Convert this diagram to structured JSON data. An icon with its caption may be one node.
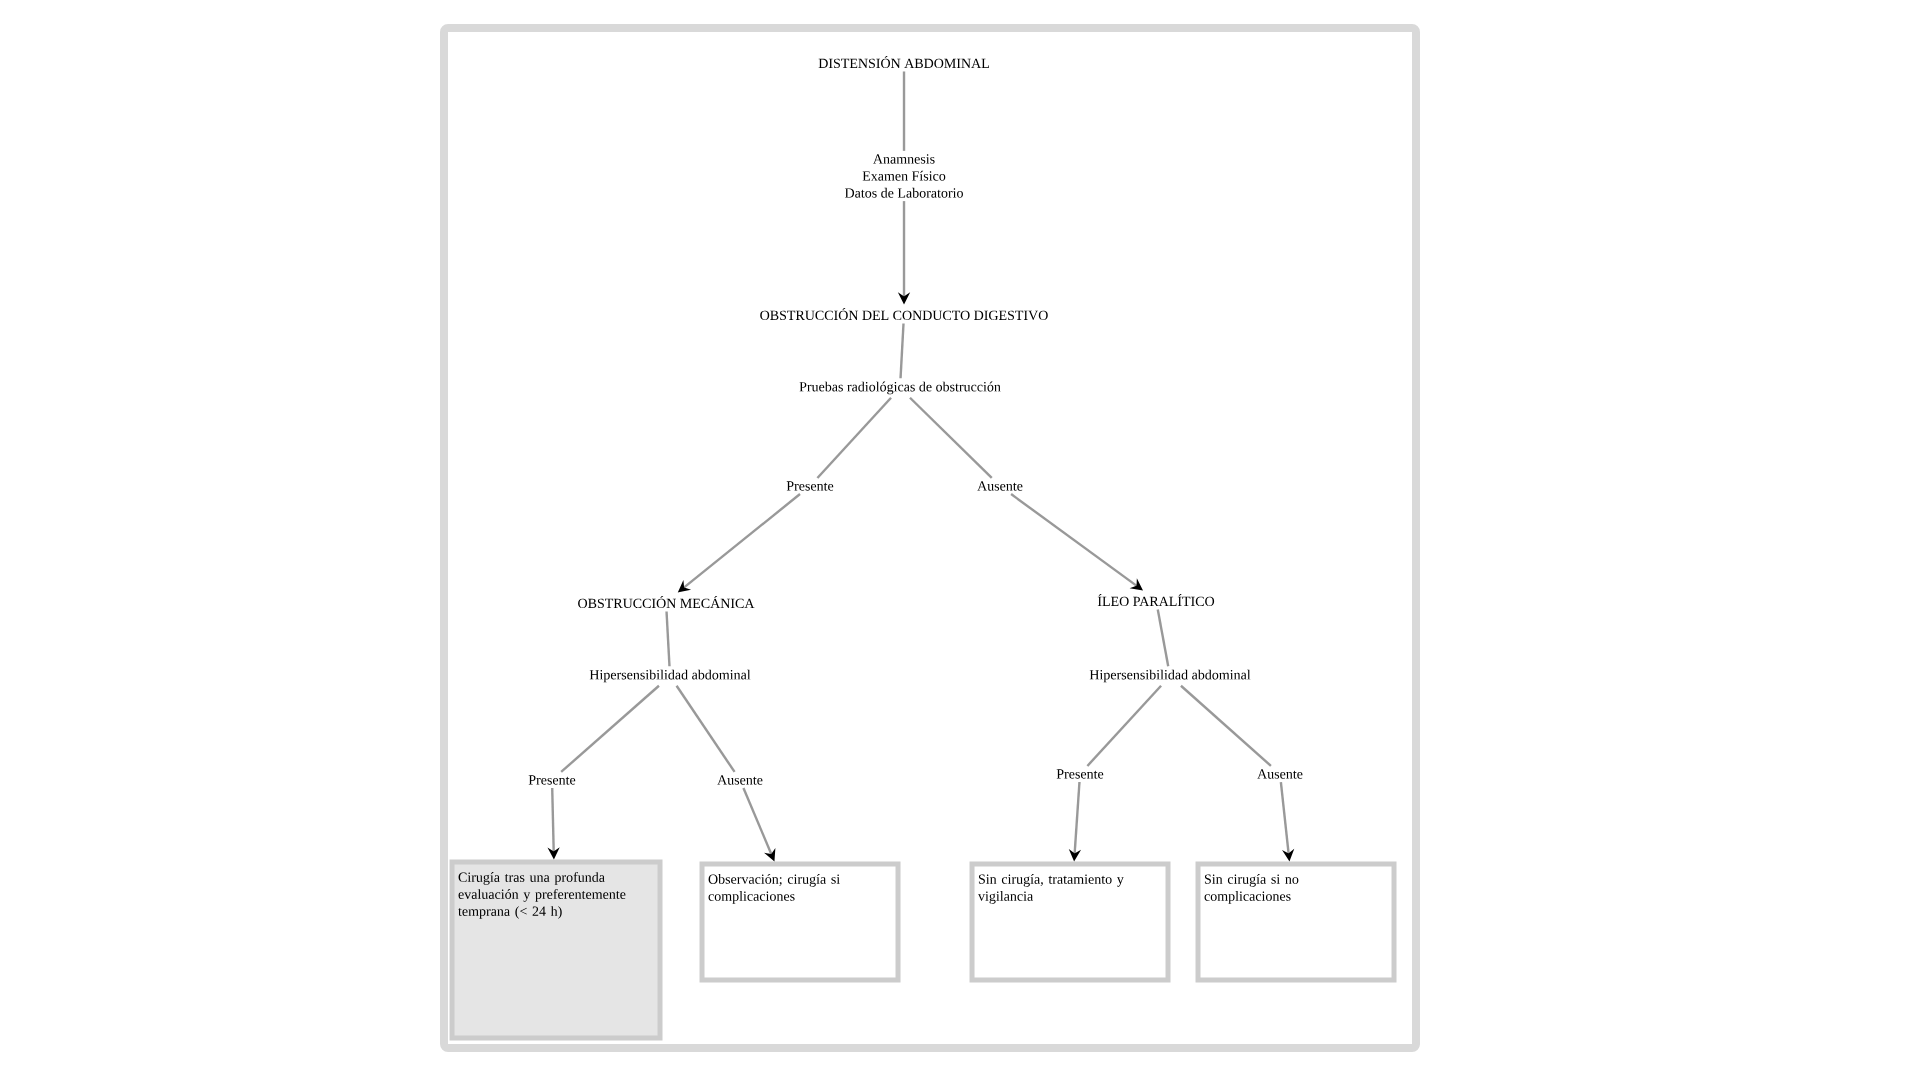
{
  "diagram": {
    "nodes": [
      {
        "text": [
          "DISTENSIÓN ABDOMINAL"
        ]
      },
      {
        "text": [
          "Anamnesis",
          "Examen Físico",
          "Datos de Laboratorio"
        ]
      },
      {
        "text": [
          "OBSTRUCCIÓN DEL CONDUCTO DIGESTIVO"
        ]
      },
      {
        "text": [
          "Pruebas radiológicas de obstrucción"
        ]
      },
      {
        "text": [
          "Presente"
        ]
      },
      {
        "text": [
          "Ausente"
        ]
      },
      {
        "text": [
          "OBSTRUCCIÓN MECÁNICA"
        ]
      },
      {
        "text": [
          "ÍLEO PARALÍTICO"
        ]
      },
      {
        "text": [
          "Hipersensibilidad abdominal"
        ]
      },
      {
        "text": [
          "Hipersensibilidad abdominal"
        ]
      },
      {
        "text": [
          "Presente"
        ]
      },
      {
        "text": [
          "Ausente"
        ]
      },
      {
        "text": [
          "Presente"
        ]
      },
      {
        "text": [
          "Ausente"
        ]
      },
      {
        "text": [
          "Cirugía tras una profunda evaluación y preferentemente temprana (< 24 h)"
        ]
      },
      {
        "text": [
          "Observación; cirugía si complicaciones"
        ]
      },
      {
        "text": [
          "Sin cirugía, tratamiento y vigilancia"
        ]
      },
      {
        "text": [
          "Sin cirugía si no complicaciones"
        ]
      }
    ],
    "edges": [
      {
        "from": 0,
        "to": 1,
        "arrow": "none"
      },
      {
        "from": 1,
        "to": 2,
        "arrow": "to"
      },
      {
        "from": 2,
        "to": 3,
        "arrow": "none"
      },
      {
        "from": 3,
        "to": 4,
        "arrow": "none"
      },
      {
        "from": 3,
        "to": 5,
        "arrow": "none"
      },
      {
        "from": 4,
        "to": 6,
        "arrow": "to"
      },
      {
        "from": 5,
        "to": 7,
        "arrow": "to"
      },
      {
        "from": 6,
        "to": 8,
        "arrow": "none"
      },
      {
        "from": 7,
        "to": 9,
        "arrow": "none"
      },
      {
        "from": 8,
        "to": 10,
        "arrow": "none"
      },
      {
        "from": 8,
        "to": 11,
        "arrow": "none"
      },
      {
        "from": 9,
        "to": 12,
        "arrow": "none"
      },
      {
        "from": 9,
        "to": 13,
        "arrow": "none"
      },
      {
        "from": 10,
        "to": 14,
        "arrow": "to"
      },
      {
        "from": 11,
        "to": 15,
        "arrow": "to"
      },
      {
        "from": 12,
        "to": 16,
        "arrow": "to"
      },
      {
        "from": 13,
        "to": 17,
        "arrow": "to"
      }
    ]
  }
}
